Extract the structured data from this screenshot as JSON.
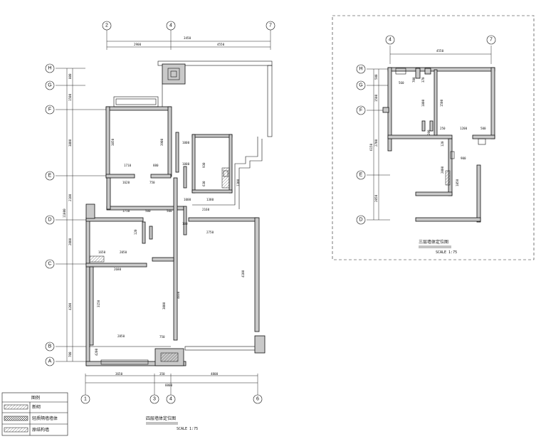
{
  "left_plan": {
    "title": "四层墙体定位图",
    "scale": "SCALE 1:75",
    "top_axes": [
      "2",
      "4",
      "7"
    ],
    "bottom_axes": [
      "1",
      "3",
      "4",
      "6"
    ],
    "row_axes": [
      "H",
      "G",
      "F",
      "E",
      "D",
      "C",
      "B",
      "A"
    ],
    "top_dims": {
      "overall": "3450",
      "left": "2900",
      "right": "4550"
    },
    "bottom_dims": {
      "overall": "8800",
      "seg1": "3650",
      "seg2": "350",
      "seg3": "4800"
    },
    "left_dims": {
      "overall": "11800",
      "h_g": "800",
      "g_f": "1500",
      "f_e": "3800",
      "e_d": "2100",
      "d_c": "2000",
      "c_b": "4200",
      "b_a": "700"
    },
    "inner_dims": [
      "1710",
      "2850",
      "3850",
      "3900",
      "4100",
      "4030",
      "1620",
      "1710",
      "2160",
      "2750",
      "2680",
      "3000",
      "3150",
      "4200",
      "2050",
      "1650",
      "750",
      "500",
      "1000",
      "880",
      "1000",
      "1380",
      "930",
      "630",
      "1300",
      "120",
      "100",
      "750",
      "500",
      "1000"
    ]
  },
  "right_plan": {
    "title": "三层墙体定位图",
    "scale": "SCALE 1:75",
    "top_axes": [
      "4",
      "7"
    ],
    "row_axes": [
      "H",
      "G",
      "F",
      "E",
      "D"
    ],
    "top_dim": "4550",
    "left_dims": {
      "overall": "6150",
      "h_g": "500",
      "g_f": "1500",
      "f_e": "2700",
      "e_d": "2050"
    },
    "inner_dims": [
      "560",
      "1800",
      "1500",
      "370",
      "700",
      "250",
      "1200",
      "500",
      "900",
      "1850",
      "2000",
      "120",
      "200"
    ]
  },
  "legend": {
    "header": "图例",
    "rows": [
      "新砌",
      "轻质隔墙墙体",
      "原结构墙"
    ]
  }
}
